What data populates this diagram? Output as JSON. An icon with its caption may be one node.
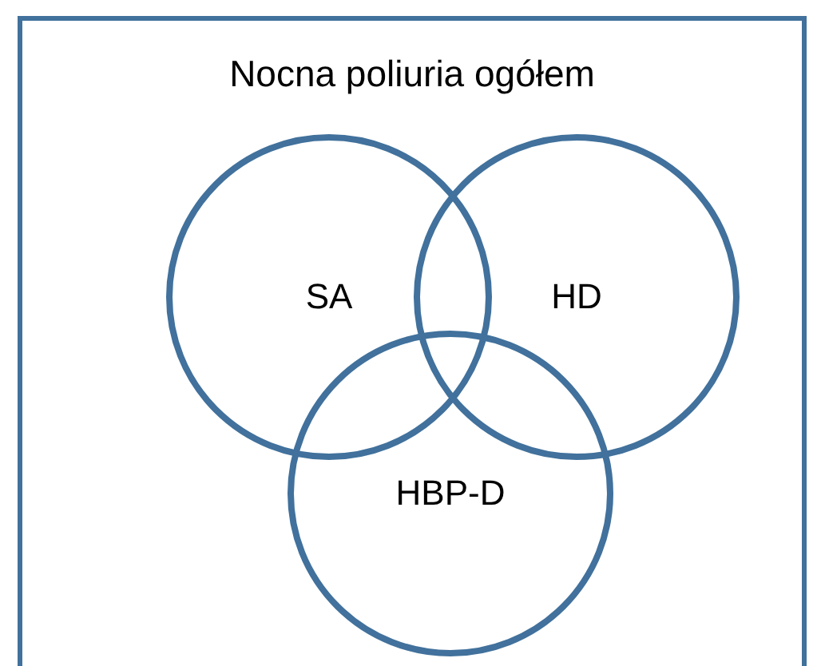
{
  "diagram": {
    "nodes": [
      {
        "text": [
          "Nocna poliuria ogółem"
        ]
      },
      {
        "text": [
          "SA"
        ],
        "in": 0
      },
      {
        "text": [
          "HD"
        ],
        "in": 0
      },
      {
        "text": [
          "HBP-D"
        ],
        "in": 0
      }
    ]
  }
}
